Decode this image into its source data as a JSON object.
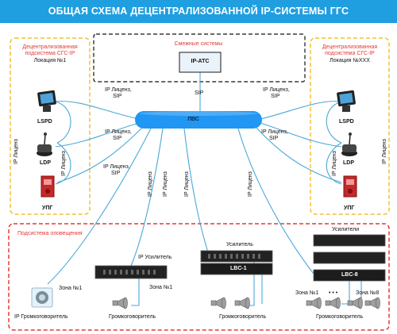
{
  "header": {
    "title": "ОБЩАЯ  СХЕМА  ДЕЦЕНТРАЛИЗОВАННОЙ IP-СИСТЕМЫ ГГС"
  },
  "adjacent": {
    "title": "Смежные системы",
    "pbx": "IP-АТС",
    "sip": "SIP"
  },
  "lan": {
    "label": "ЛВС"
  },
  "left_subsystem": {
    "title_line1": "Децентрализованная",
    "title_line2": "подсистема СГС-IP",
    "location": "Локация №1",
    "devices": [
      "LSPD",
      "LDP",
      "УПГ"
    ]
  },
  "right_subsystem": {
    "title_line1": "Децентрализованная",
    "title_line2": "подсистема СГС-IP",
    "location": "Локация №XXX",
    "devices": [
      "LSPD",
      "LDP",
      "УПГ"
    ]
  },
  "links": {
    "ip_license_sip": "IP Лиценз,",
    "sip": "SIP",
    "ip_license": "IP Лиценз"
  },
  "warning": {
    "title": "Подсистема оповещения",
    "zone1": "Зона №1",
    "ip_loudspeaker": "IP Громкоговоритель",
    "ip_amplifier": "IP Усилитель",
    "loudspeaker": "Громкоговоритель",
    "amplifier": "Усилитель",
    "amplifiers": "Усилители",
    "lbc1": "LBC-1",
    "lbc8": "LBC-8",
    "zone8": "Зона №8",
    "dots": "• • •"
  },
  "colors": {
    "banner": "#1f9fe0",
    "lan": "#2196f3",
    "dashed_yellow": "#f2c230",
    "dashed_red": "#e53935",
    "cable": "#4aa8d8"
  }
}
